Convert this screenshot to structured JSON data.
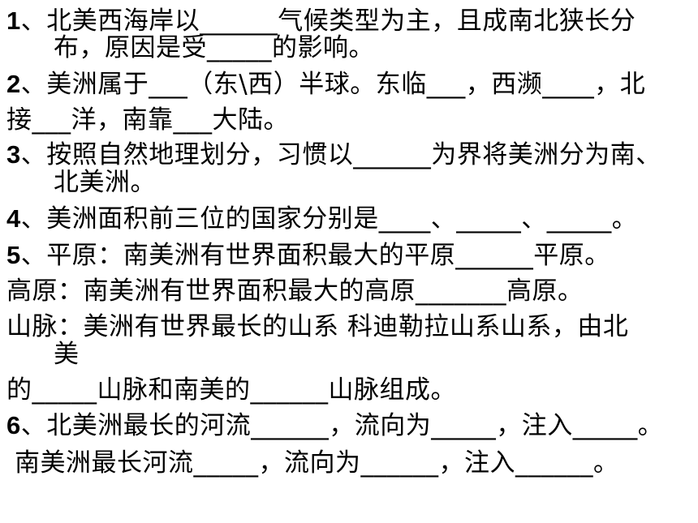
{
  "questions": [
    {
      "id": "q1",
      "lines": [
        "1、北美西海岸以______气候类型为主，且成南北狭长分",
        "布，原因是受_____的影响。"
      ]
    },
    {
      "id": "q2",
      "lines": [
        "2、美洲属于___（东\\西）半球。东临___，西濒____，北",
        "接___洋，南靠___大陆。"
      ]
    },
    {
      "id": "q3",
      "lines": [
        "3、按照自然地理划分，习惯以______为界将美洲分为南、",
        "北美洲。"
      ]
    },
    {
      "id": "q4",
      "lines": [
        "4、美洲面积前三位的国家分别是____、_____、_____。"
      ]
    },
    {
      "id": "q5",
      "lines": [
        "5、平原：南美洲有世界面积最大的平原______平原。",
        "高原：南美洲有世界面积最大的高原_______高原。",
        "山脉：美洲有世界最长的山系 科迪勒拉山系山系，由北",
        "美",
        "的_____山脉和南美的______山脉组成。"
      ]
    },
    {
      "id": "q6",
      "lines": [
        "6、北美洲最长的河流______，流向为_____，注入_____。",
        "南美洲最长河流_____，流向为______，注入______。"
      ]
    }
  ]
}
